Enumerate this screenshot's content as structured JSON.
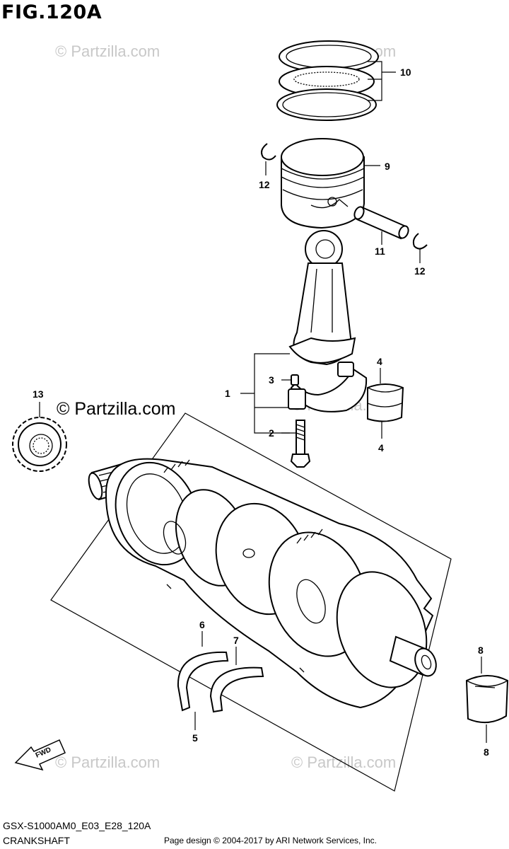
{
  "figure": {
    "title": "FIG.120A",
    "model_code": "GSX-S1000AM0_E03_E28_120A",
    "section_name": "CRANKSHAFT",
    "copyright": "Page design © 2004-2017 by ARI Network Services, Inc."
  },
  "watermark": {
    "text": "© Partzilla.com"
  },
  "fwd_label": "FWD",
  "callouts": {
    "c1": "1",
    "c2": "2",
    "c3": "3",
    "c4a": "4",
    "c4b": "4",
    "c5": "5",
    "c6": "6",
    "c7": "7",
    "c8a": "8",
    "c8b": "8",
    "c9": "9",
    "c10": "10",
    "c11": "11",
    "c12a": "12",
    "c12b": "12",
    "c13": "13"
  }
}
